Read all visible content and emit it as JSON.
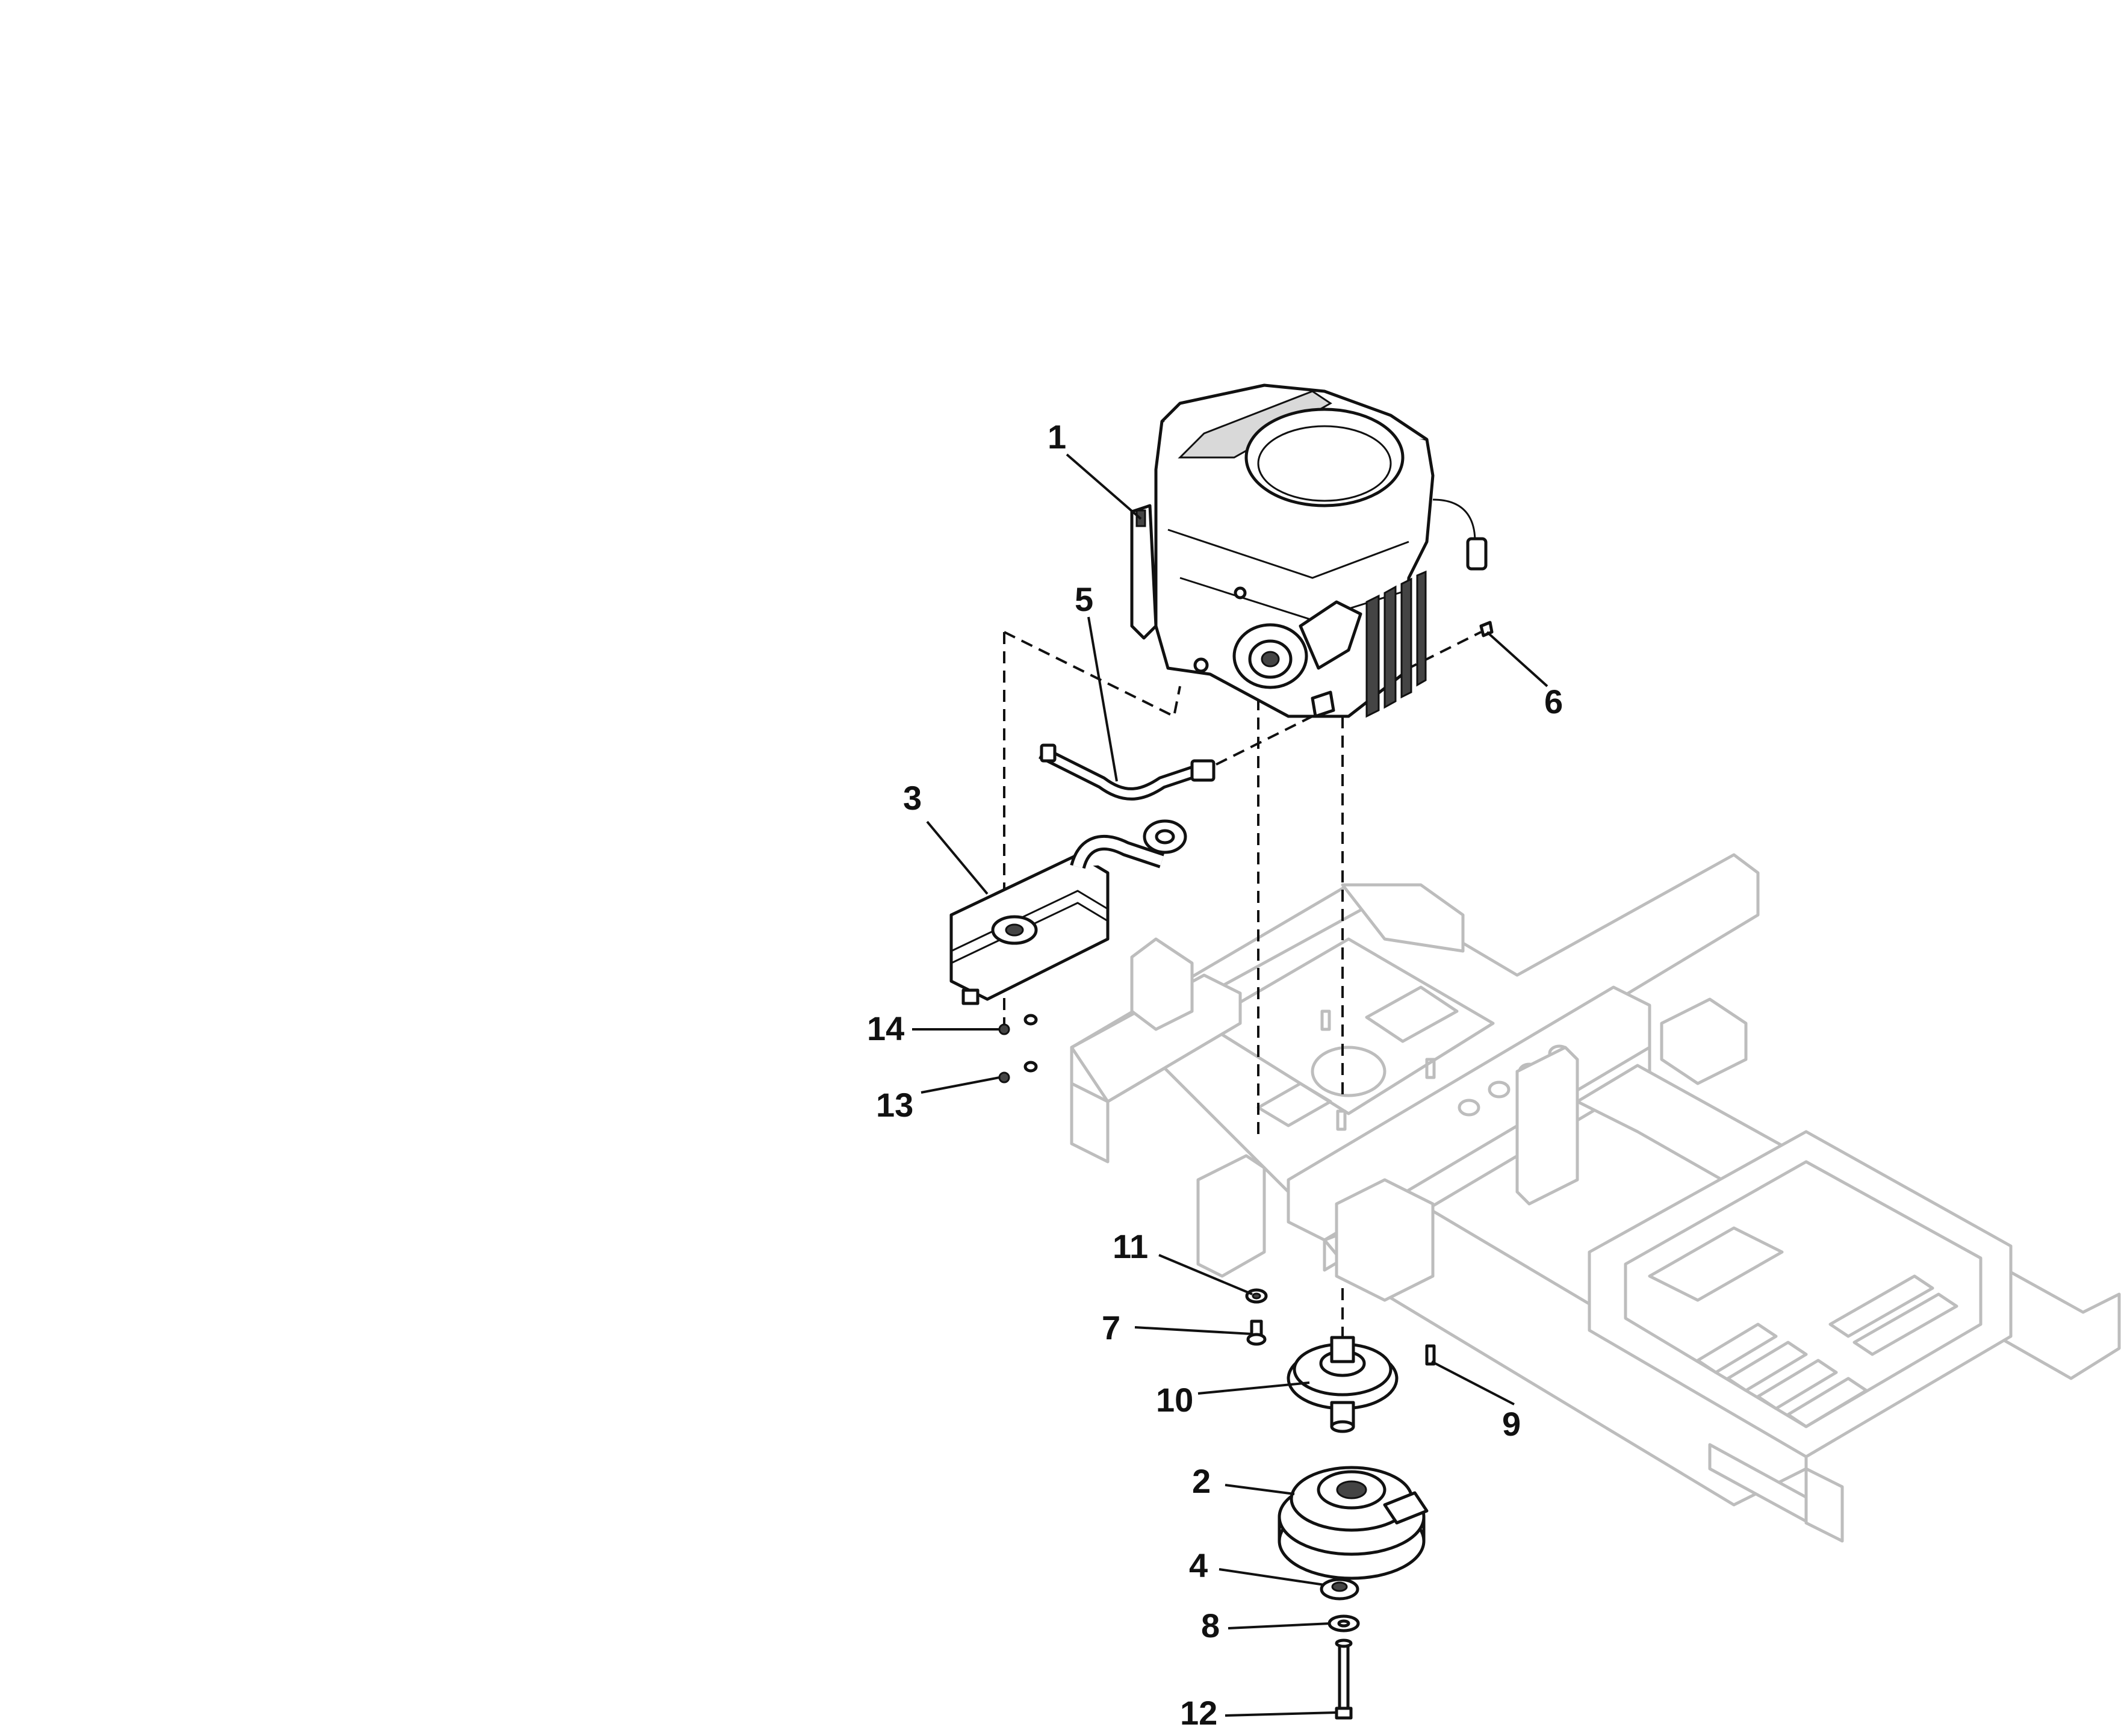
{
  "diagram": {
    "callouts": [
      {
        "id": "1",
        "label": "1"
      },
      {
        "id": "2",
        "label": "2"
      },
      {
        "id": "3",
        "label": "3"
      },
      {
        "id": "4",
        "label": "4"
      },
      {
        "id": "5",
        "label": "5"
      },
      {
        "id": "6",
        "label": "6"
      },
      {
        "id": "7",
        "label": "7"
      },
      {
        "id": "8",
        "label": "8"
      },
      {
        "id": "9",
        "label": "9"
      },
      {
        "id": "10",
        "label": "10"
      },
      {
        "id": "11",
        "label": "11"
      },
      {
        "id": "12",
        "label": "12"
      },
      {
        "id": "13",
        "label": "13"
      },
      {
        "id": "14",
        "label": "14"
      }
    ],
    "colors": {
      "ink": "#111111",
      "frame": "#bdbdbd",
      "background": "#ffffff"
    }
  }
}
